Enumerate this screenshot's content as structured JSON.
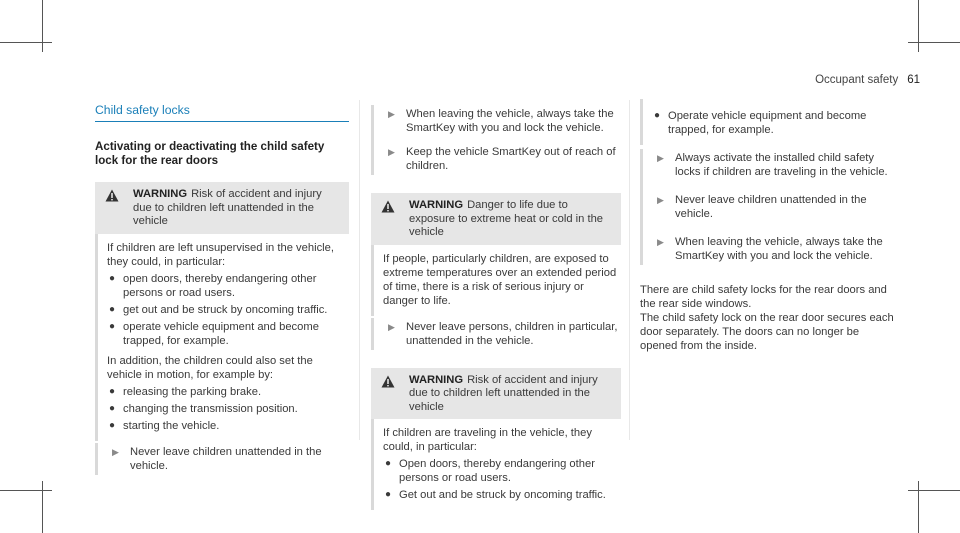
{
  "header": {
    "section": "Occupant safety",
    "page_number": "61"
  },
  "col1": {
    "title": "Child safety locks",
    "subheading": "Activating or deactivating the child safety lock for the rear doors",
    "warning": {
      "keyword": "WARNING",
      "head_text": "Risk of accident and injury due to children left unattended in the vehicle",
      "intro": "If children are left unsupervised in the vehicle, they could, in particular:",
      "bullets": [
        "open doors, thereby endangering other persons or road users.",
        "get out and be struck by oncoming traffic.",
        "operate vehicle equipment and become trapped, for example."
      ],
      "intro2": "In addition, the children could also set the vehicle in motion, for example by:",
      "bullets2": [
        "releasing the parking brake.",
        "changing the transmission position.",
        "starting the vehicle."
      ],
      "step": "Never leave children unattended in the vehicle."
    }
  },
  "col2": {
    "steps": [
      "When leaving the vehicle, always take the SmartKey with you and lock the vehicle.",
      "Keep the vehicle SmartKey out of reach of children."
    ],
    "warning1": {
      "keyword": "WARNING",
      "head_text": "Danger to life due to exposure to extreme heat or cold in the vehicle",
      "body": "If people, particularly children, are exposed to extreme temperatures over an extended period of time, there is a risk of serious injury or danger to life.",
      "step": "Never leave persons, children in particular, unattended in the vehicle."
    },
    "warning2": {
      "keyword": "WARNING",
      "head_text": "Risk of accident and injury due to children left unattended in the vehicle",
      "intro": "If children are traveling in the vehicle, they could, in particular:",
      "bullets": [
        "Open doors, thereby endangering other persons or road users.",
        "Get out and be struck by oncoming traffic."
      ]
    }
  },
  "col3": {
    "bullets": [
      "Operate vehicle equipment and become trapped, for example."
    ],
    "steps": [
      "Always activate the installed child safety locks if children are traveling in the vehicle.",
      "Never leave children unattended in the vehicle.",
      "When leaving the vehicle, always take the SmartKey with you and lock the vehicle."
    ],
    "para1": "There are child safety locks for the rear doors and the rear side windows.",
    "para2": "The child safety lock on the rear door secures each door separately. The doors can no longer be opened from the inside."
  }
}
